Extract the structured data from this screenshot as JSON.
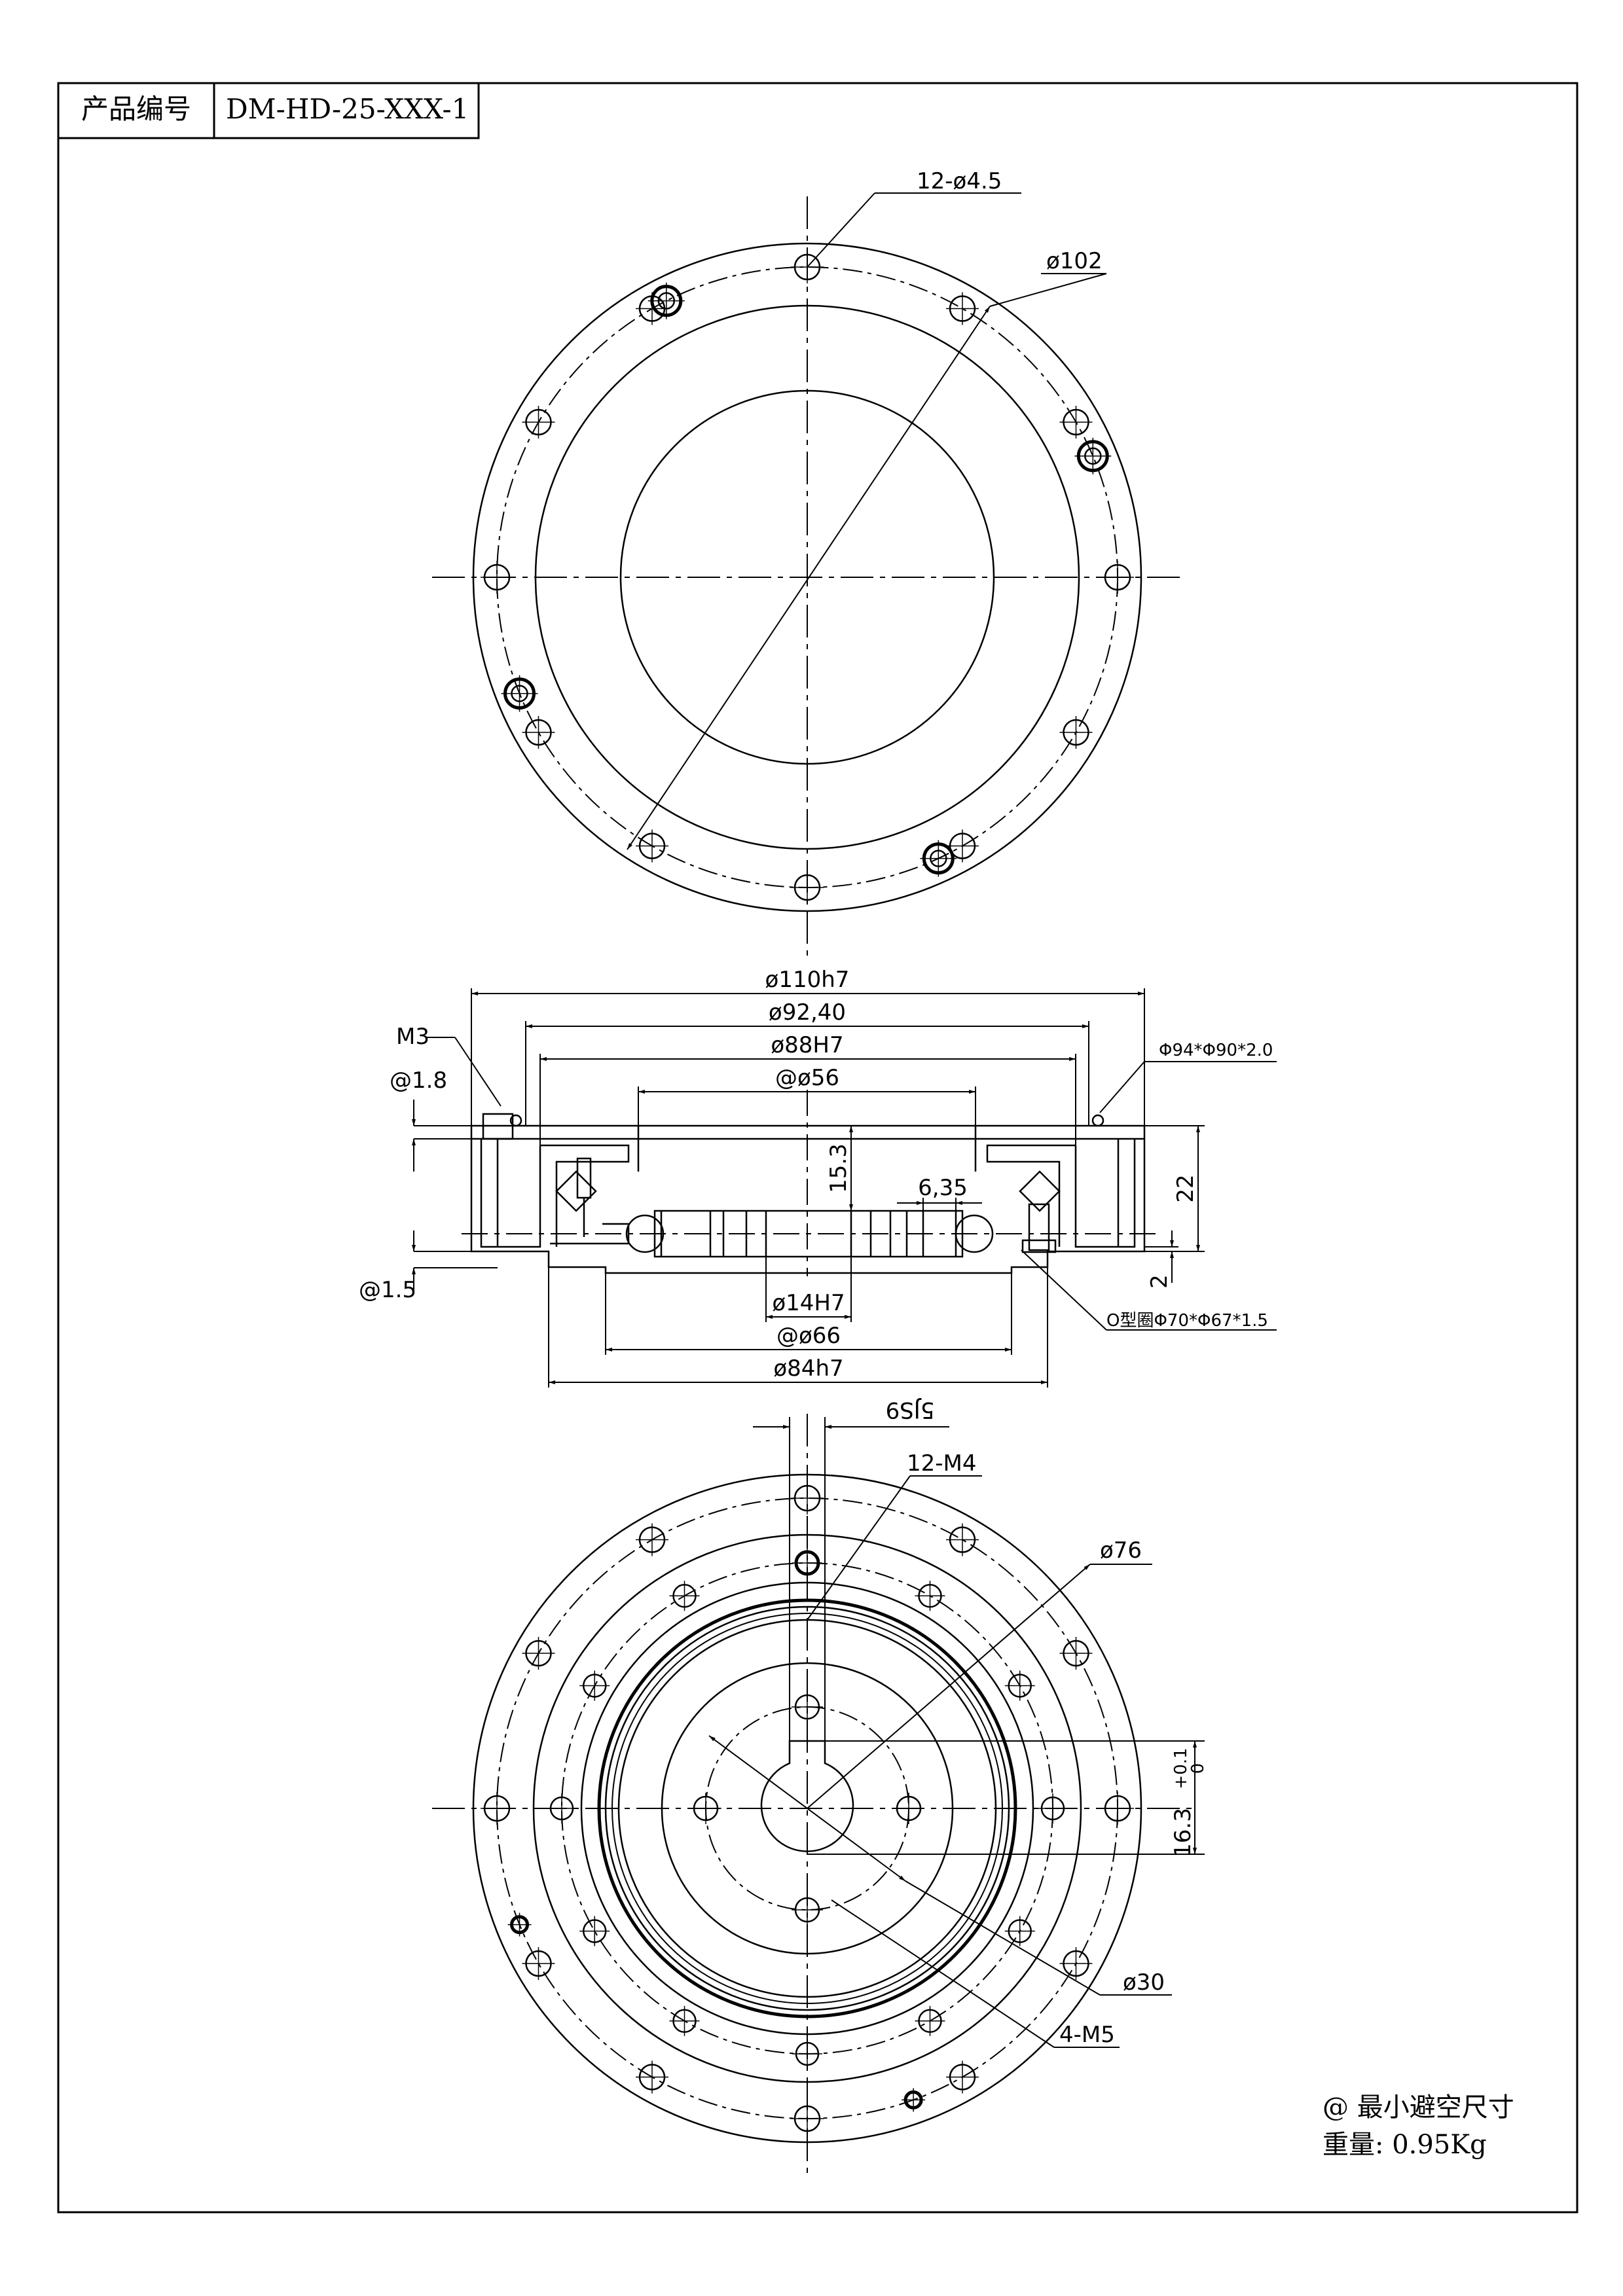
{
  "title_block": {
    "label": "产品编号",
    "value": "DM-HD-25-XXX-1"
  },
  "top_view": {
    "dims": {
      "holes": "12-ø4.5",
      "outer_pcd": "ø102"
    }
  },
  "section_view": {
    "dims": {
      "d110": "ø110h7",
      "d92": "ø92,40",
      "d88": "ø88H7",
      "d56": "@ø56",
      "oring_top": "Φ94*Φ90*2.0",
      "m3": "M3",
      "clr_top": "@1.8",
      "clr_bot": "@1.5",
      "h15": "15.3",
      "h22": "22",
      "h2": "2",
      "w635": "6,35",
      "d14": "ø14H7",
      "d66": "@ø66",
      "d84": "ø84h7",
      "oring_bot": "O型圈Φ70*Φ67*1.5"
    }
  },
  "bottom_view": {
    "dims": {
      "key": "5JS9",
      "threads_outer": "12-M4",
      "d76": "ø76",
      "shaft": "16.3",
      "tol_plus": "+0.1",
      "tol_zero": "0",
      "d30": "ø30",
      "threads_inner": "4-M5"
    }
  },
  "notes": {
    "min_clearance": "@ 最小避空尺寸",
    "weight": "重量: 0.95Kg"
  }
}
